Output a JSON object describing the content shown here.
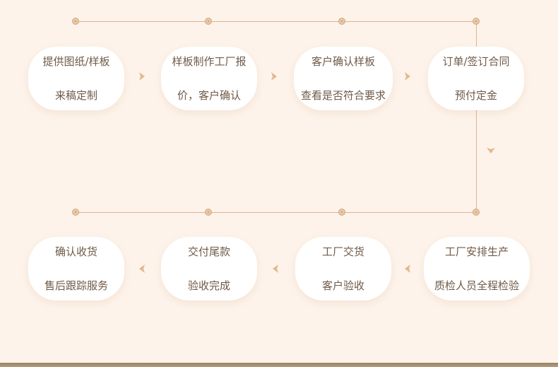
{
  "colors": {
    "background": "#fdf3ea",
    "rail": "#d9b592",
    "card": "#ffffff",
    "text": "#6f5a48",
    "arrow": "#e2b88d"
  },
  "steps_top": [
    {
      "line1": "提供图纸/样板",
      "line2": "来稿定制"
    },
    {
      "line1": "样板制作工厂报",
      "line2": "价，客户确认"
    },
    {
      "line1": "客户确认样板",
      "line2": "查看是否符合要求"
    },
    {
      "line1": "订单/签订合同",
      "line2": "预付定金"
    }
  ],
  "steps_bottom": [
    {
      "line1": "工厂安排生产",
      "line2": "质检人员全程检验"
    },
    {
      "line1": "工厂交货",
      "line2": "客户验收"
    },
    {
      "line1": "交付尾款",
      "line2": "验收完成"
    },
    {
      "line1": "确认收货",
      "line2": "售后跟踪服务"
    }
  ],
  "icons": {
    "arrow_right": "chevron-right-icon",
    "arrow_left": "chevron-left-icon",
    "arrow_down": "chevron-down-icon"
  }
}
